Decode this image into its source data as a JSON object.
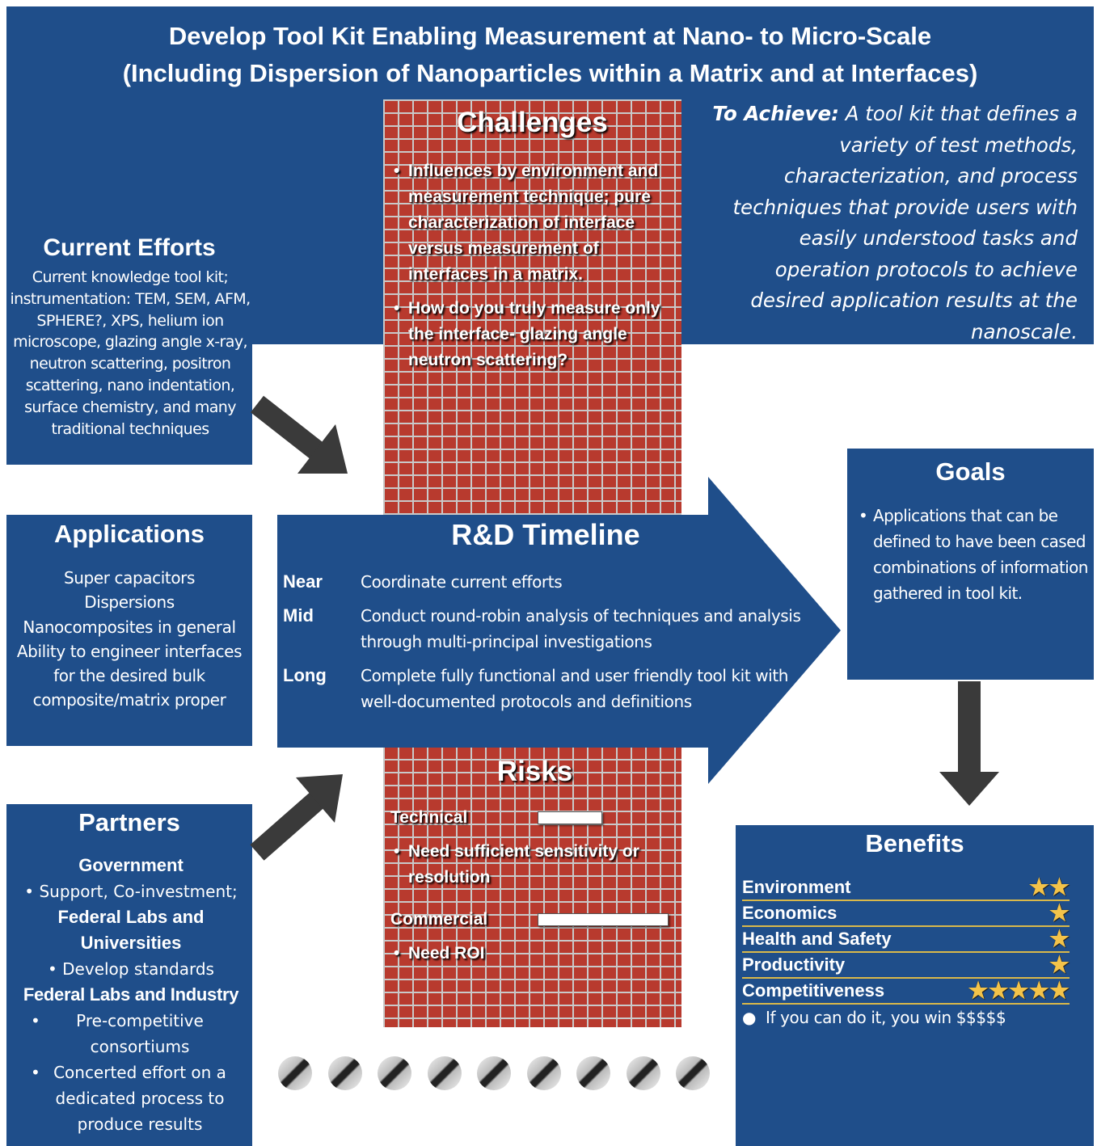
{
  "title": {
    "line1": "Develop Tool Kit Enabling Measurement at Nano- to Micro-Scale",
    "line2": "(Including Dispersion of Nanoparticles within a Matrix and at Interfaces)"
  },
  "to_achieve": {
    "label": "To Achieve:",
    "text": "A tool kit that defines a variety of test methods, characterization, and process techniques that provide users with easily understood tasks and operation protocols to achieve desired application results at the nanoscale."
  },
  "challenges": {
    "heading": "Challenges",
    "items": [
      "Influences by environment and measurement technique; pure characterization of interface versus measurement of interfaces in a matrix.",
      "How do you truly measure only the  interface-  glazing angle neutron scattering?"
    ]
  },
  "current_efforts": {
    "heading": "Current Efforts",
    "text": "Current knowledge tool kit; instrumentation: TEM, SEM, AFM, SPHERE?, XPS, helium ion microscope, glazing angle x-ray, neutron scattering, positron scattering, nano indentation, surface chemistry,  and many traditional techniques"
  },
  "applications": {
    "heading": "Applications",
    "items": [
      "Super capacitors",
      "Dispersions",
      "Nanocomposites in general",
      "Ability to engineer interfaces for the desired bulk composite/matrix proper"
    ]
  },
  "timeline": {
    "heading": "R&D Timeline",
    "rows": [
      {
        "term": "Near",
        "text": "Coordinate current efforts"
      },
      {
        "term": "Mid",
        "text": "Conduct round-robin analysis of techniques and analysis through multi-principal investigations"
      },
      {
        "term": "Long",
        "text": "Complete fully functional and user friendly tool kit with well-documented protocols and definitions"
      }
    ]
  },
  "goals": {
    "heading": "Goals",
    "items": [
      "Applications that can be defined to have been cased combinations of information gathered in tool kit."
    ]
  },
  "risks": {
    "heading": "Risks",
    "technical_label": "Technical",
    "technical_item": "Need sufficient sensitivity or resolution",
    "commercial_label": "Commercial",
    "commercial_item": "Need ROI"
  },
  "partners": {
    "heading": "Partners",
    "government": "Government",
    "government_item": "Support, Co-investment;",
    "labs_universities": "Federal Labs and Universities",
    "labs_universities_item": "Develop standards",
    "labs_industry": "Federal Labs and Industry",
    "labs_industry_items": [
      "Pre-competitive consortiums",
      "Concerted effort on a dedicated process to produce results"
    ]
  },
  "benefits": {
    "heading": "Benefits",
    "rows": [
      {
        "label": "Environment",
        "stars": 2
      },
      {
        "label": "Economics",
        "stars": 1
      },
      {
        "label": "Health and Safety",
        "stars": 1
      },
      {
        "label": "Productivity",
        "stars": 1
      },
      {
        "label": "Competitiveness",
        "stars": 5
      }
    ],
    "note": "If you can do it, you win $$$$$"
  },
  "colors": {
    "navy": "#1f4e8a",
    "brick": "#b83a2e",
    "arrow": "#3a3a3a",
    "star": "#f3c34a"
  }
}
